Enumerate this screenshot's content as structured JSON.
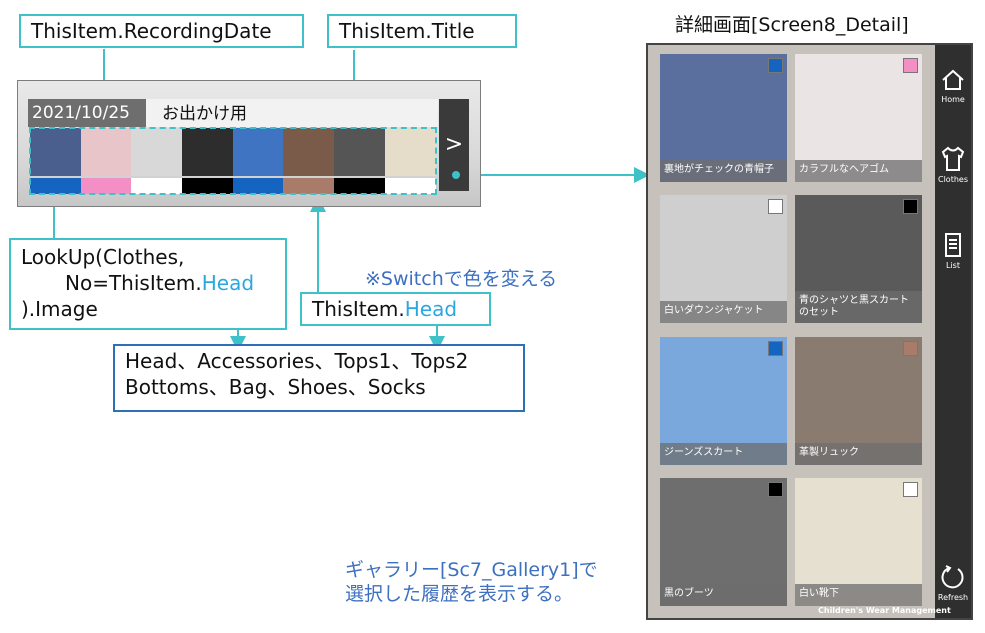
{
  "labels": {
    "recording_date": "ThisItem.RecordingDate",
    "title": "ThisItem.Title",
    "lookup_line1": "LookUp(Clothes,",
    "lookup_line2a": "No=ThisItem.",
    "lookup_line2b": "Head",
    "lookup_line3": ").Image",
    "this_item": "ThisItem.",
    "this_item_head": "Head",
    "switch_note": "※Switchで色を変える",
    "categories_line1": "Head、Accessories、Tops1、Tops2",
    "categories_line2": "Bottoms、Bag、Shoes、Socks",
    "gallery_note_line1": "ギャラリー[Sc7_Gallery1]で",
    "gallery_note_line2": "選択した履歴を表示する。",
    "screen_title": "詳細画面[Screen8_Detail]"
  },
  "gallery_item": {
    "date": "2021/10/25",
    "title": "お出かけ用",
    "next": ">"
  },
  "thumb_colors": [
    "#4b5f8e",
    "#e8c5c8",
    "#d8d8d8",
    "#2d2d2d",
    "#3f74c2",
    "#7a5a48",
    "#555555",
    "#e5dcc9"
  ],
  "swatch_colors": [
    "#1565c0",
    "#f48fc5",
    "#ffffff",
    "#000000",
    "#1565c0",
    "#a87c68",
    "#000000",
    "#ffffff"
  ],
  "detail": {
    "cards": [
      {
        "caption": "裏地がチェックの青帽子",
        "color": "#1565c0",
        "bg": "#5b6f9e"
      },
      {
        "caption": "カラフルなヘアゴム",
        "color": "#f48fc5",
        "bg": "#eae4e4"
      },
      {
        "caption": "白いダウンジャケット",
        "color": "#ffffff",
        "bg": "#cfcfcf"
      },
      {
        "caption": "青のシャツと黒スカートのセット",
        "color": "#000000",
        "bg": "#5a5a5a"
      },
      {
        "caption": "ジーンズスカート",
        "color": "#1565c0",
        "bg": "#7aa7dc"
      },
      {
        "caption": "革製リュック",
        "color": "#a87c68",
        "bg": "#8a7b70"
      },
      {
        "caption": "黒のブーツ",
        "color": "#000000",
        "bg": "#6e6e6e"
      },
      {
        "caption": "白い靴下",
        "color": "#ffffff",
        "bg": "#e6e0d0"
      }
    ],
    "nav": [
      {
        "label": "Home",
        "icon": "home-icon"
      },
      {
        "label": "Clothes",
        "icon": "shirt-icon"
      },
      {
        "label": "List",
        "icon": "list-icon"
      },
      {
        "label": "Refresh",
        "icon": "refresh-icon"
      }
    ],
    "footer": "Children's Wear Management"
  },
  "colors": {
    "teal": "#3fc1c9",
    "blue": "#2e6fb8",
    "highlight": "#29a8e0"
  }
}
